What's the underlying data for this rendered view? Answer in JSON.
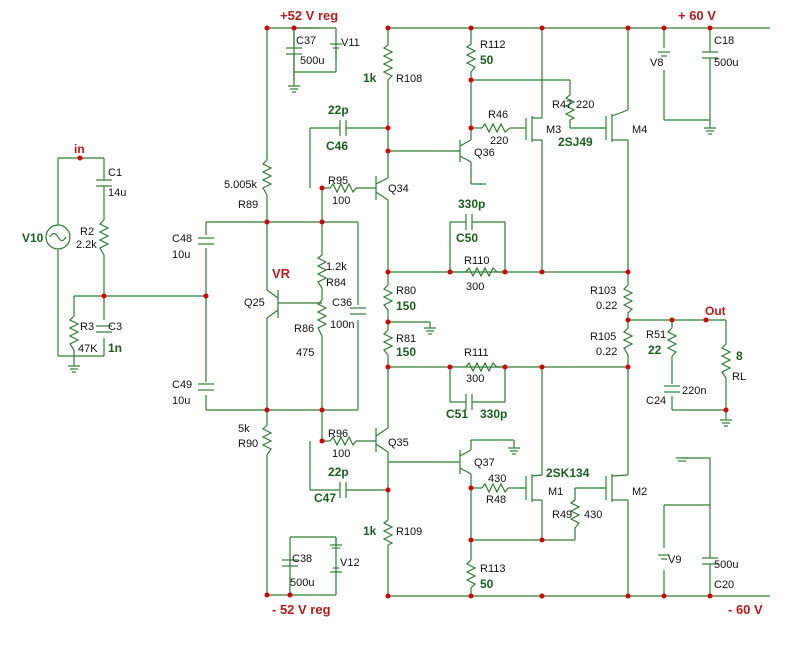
{
  "rails": {
    "pos_reg": "+52 V reg",
    "neg_reg": "- 52 V reg",
    "pos_main": "+ 60 V",
    "neg_main": "- 60 V"
  },
  "nets": {
    "input": "in",
    "output": "Out",
    "vr": "VR"
  },
  "devices": {
    "C37": {
      "ref": "C37",
      "val": "500u"
    },
    "V11": {
      "ref": "V11"
    },
    "C1": {
      "ref": "C1",
      "val": "14u"
    },
    "V10": {
      "ref": "V10"
    },
    "R2": {
      "ref": "R2",
      "val": "2.2k"
    },
    "R3": {
      "ref": "R3",
      "val": "47K"
    },
    "C3": {
      "ref": "C3",
      "val": "1n"
    },
    "C48": {
      "ref": "C48",
      "val": "10u"
    },
    "C49": {
      "ref": "C49",
      "val": "10u"
    },
    "R89": {
      "ref": "R89",
      "val": "5.005k"
    },
    "R90": {
      "ref": "R90",
      "val": "5k"
    },
    "Q25": {
      "ref": "Q25"
    },
    "R84": {
      "ref": "R84",
      "val": "1.2k"
    },
    "R86": {
      "ref": "R86",
      "val": "475"
    },
    "C36": {
      "ref": "C36",
      "val": "100n"
    },
    "C38": {
      "ref": "C38",
      "val": "500u"
    },
    "V12": {
      "ref": "V12"
    },
    "C46": {
      "ref": "C46",
      "val": "22p"
    },
    "C47": {
      "ref": "C47",
      "val": "22p"
    },
    "R95": {
      "ref": "R95",
      "val": "100"
    },
    "R96": {
      "ref": "R96",
      "val": "100"
    },
    "Q34": {
      "ref": "Q34"
    },
    "Q35": {
      "ref": "Q35"
    },
    "R108": {
      "ref": "R108",
      "val": "1k"
    },
    "R109": {
      "ref": "R109",
      "val": "1k"
    },
    "R80": {
      "ref": "R80",
      "val": "150"
    },
    "R81": {
      "ref": "R81",
      "val": "150"
    },
    "R112": {
      "ref": "R112",
      "val": "50"
    },
    "R113": {
      "ref": "R113",
      "val": "50"
    },
    "Q36": {
      "ref": "Q36"
    },
    "Q37": {
      "ref": "Q37"
    },
    "R46": {
      "ref": "R46",
      "val": "220"
    },
    "R47": {
      "ref": "R47",
      "val": "220"
    },
    "R48": {
      "ref": "R48",
      "val": "430"
    },
    "R49": {
      "ref": "R49",
      "val": "430"
    },
    "M3": {
      "ref": "M3"
    },
    "M4": {
      "ref": "M4"
    },
    "M1": {
      "ref": "M1"
    },
    "M2": {
      "ref": "M2"
    },
    "pfet_type": "2SJ49",
    "nfet_type": "2SK134",
    "C50": {
      "ref": "C50",
      "val": "330p"
    },
    "C51": {
      "ref": "C51",
      "val": "330p"
    },
    "R110": {
      "ref": "R110",
      "val": "300"
    },
    "R111": {
      "ref": "R111",
      "val": "300"
    },
    "R103": {
      "ref": "R103",
      "val": "0.22"
    },
    "R105": {
      "ref": "R105",
      "val": "0.22"
    },
    "R51": {
      "ref": "R51",
      "val": "22"
    },
    "C24": {
      "ref": "C24",
      "val": "220n"
    },
    "RL": {
      "ref": "RL",
      "val": "8"
    },
    "V8": {
      "ref": "V8"
    },
    "C18": {
      "ref": "C18",
      "val": "500u"
    },
    "V9": {
      "ref": "V9"
    },
    "C20": {
      "ref": "C20",
      "val": "500u"
    }
  }
}
